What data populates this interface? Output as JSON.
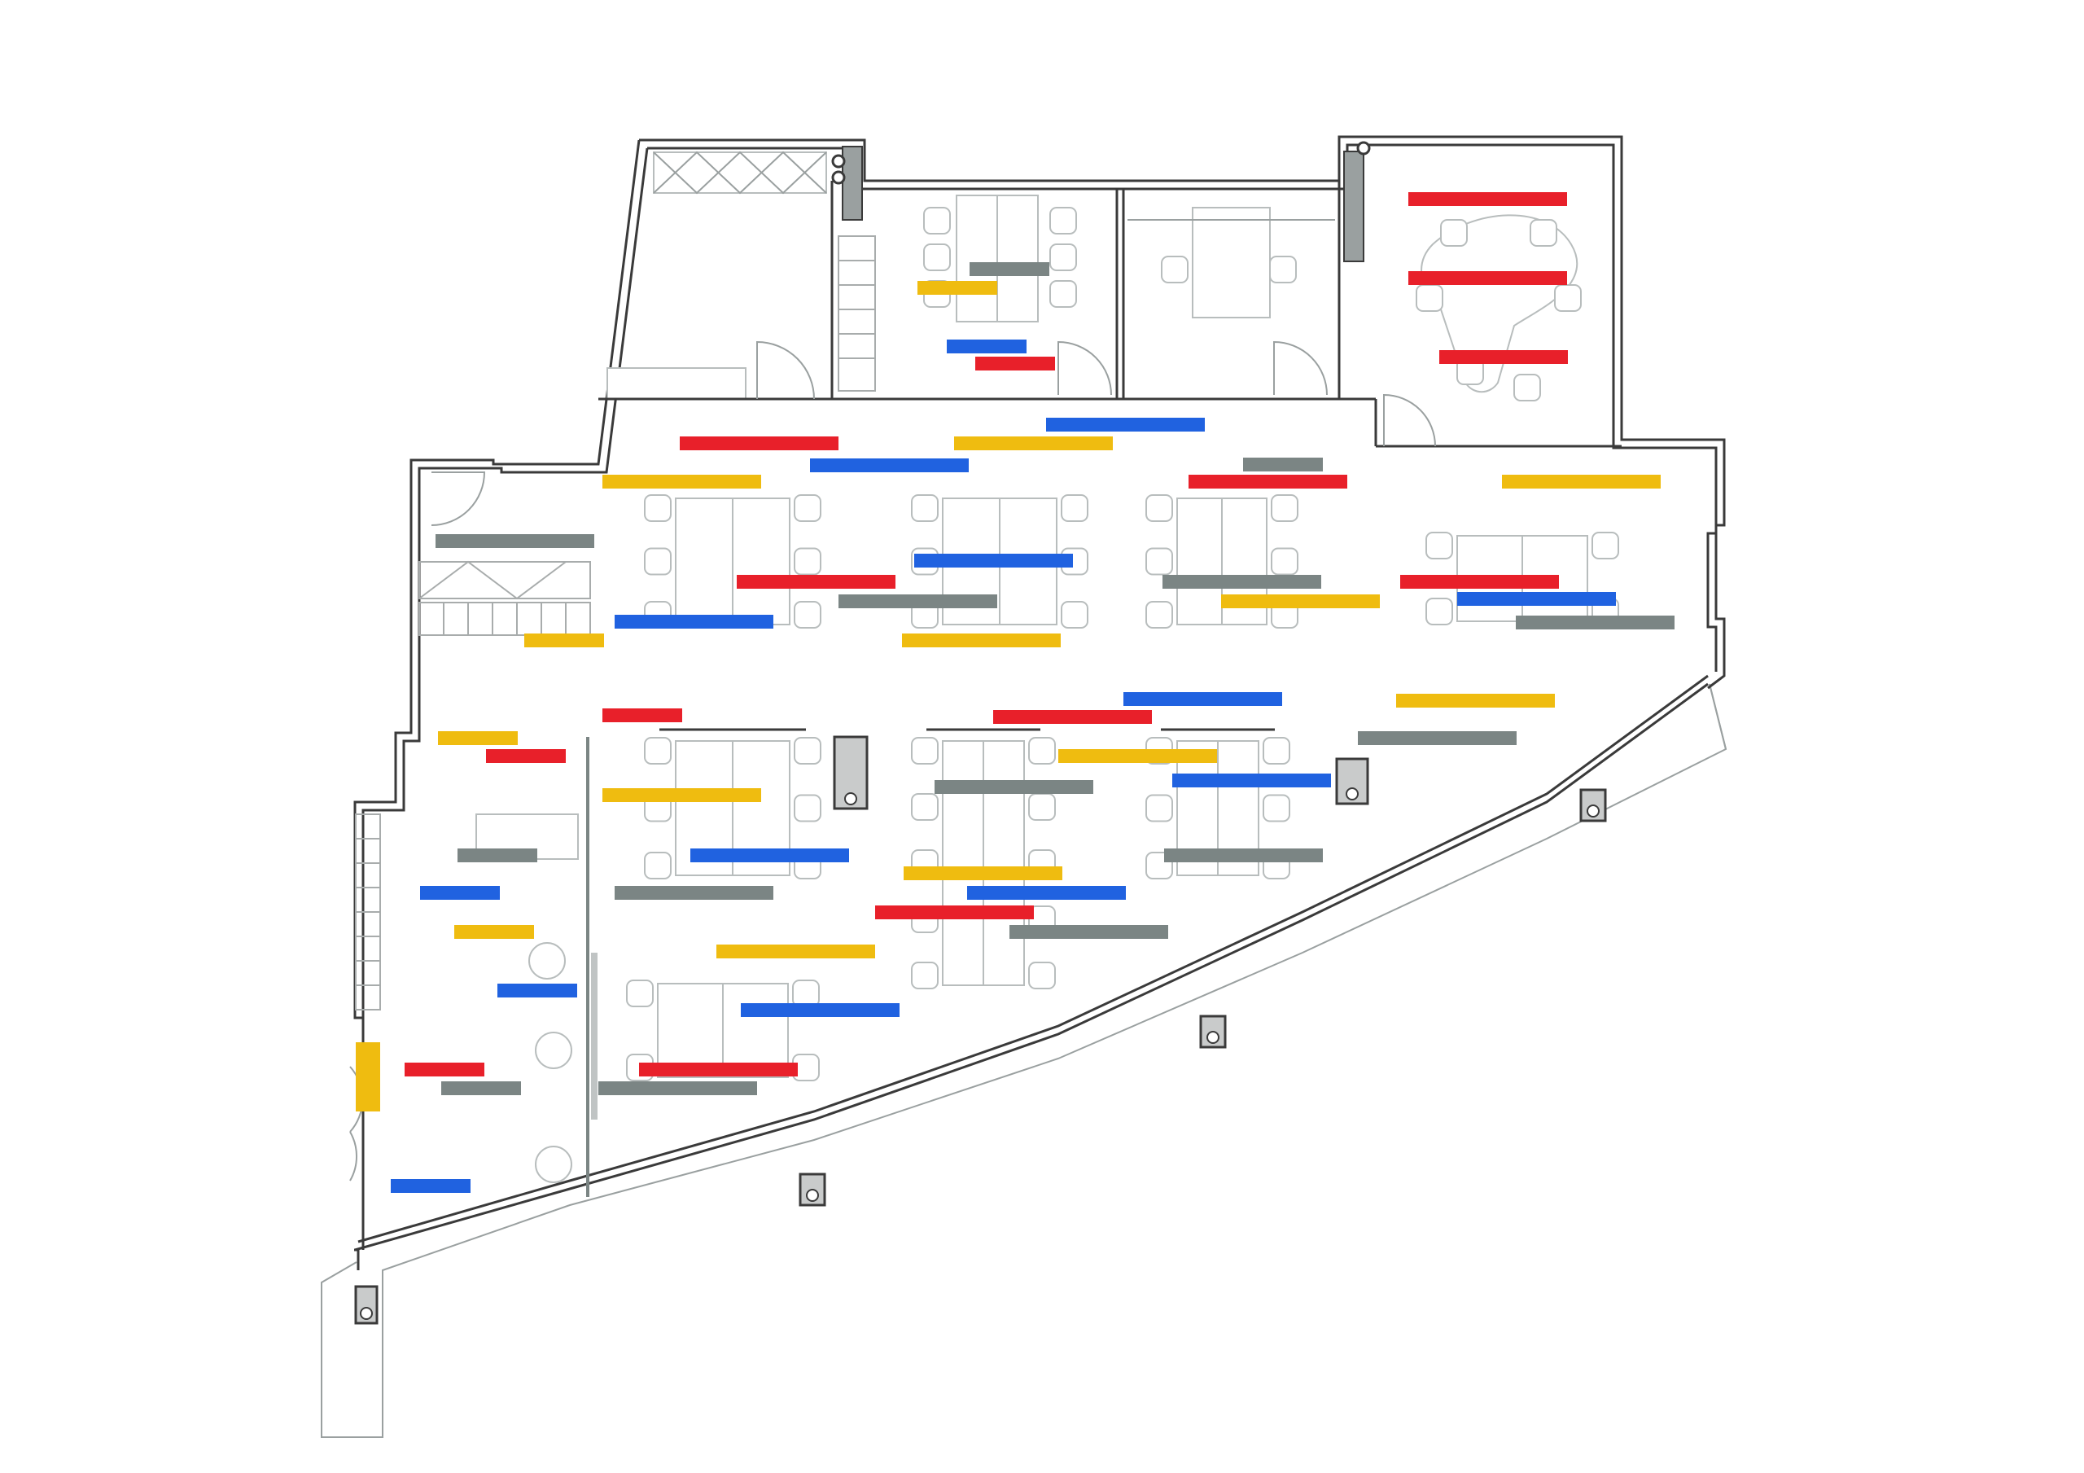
{
  "plan": {
    "colors": {
      "red": "#e8202a",
      "yellow": "#efbc10",
      "blue": "#2062e0",
      "gray": "#7b8584",
      "wall": "#c9cbcb",
      "outline": "#3a3a3a",
      "furniture": "#b8bdbd"
    },
    "bar_color_keys": [
      "red",
      "yellow",
      "blue",
      "gray"
    ],
    "icons": [
      "door-swing-icon",
      "chair-icon",
      "column-icon",
      "stair-icon",
      "planter-icon"
    ]
  }
}
